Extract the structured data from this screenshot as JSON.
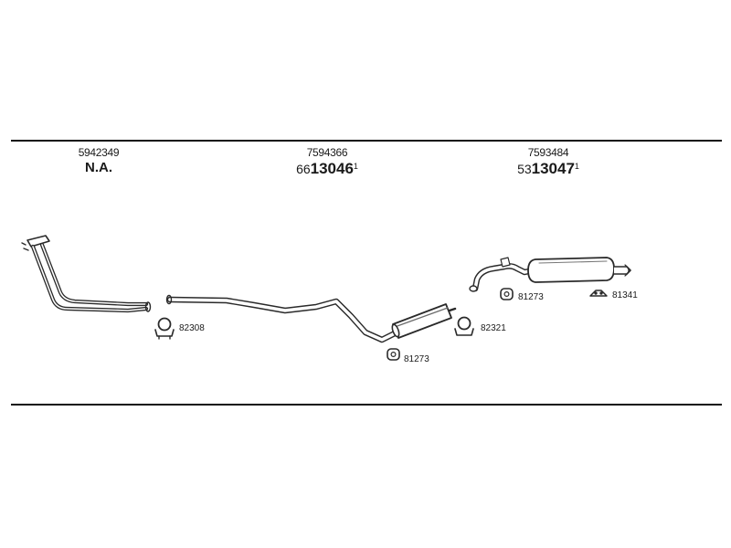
{
  "sections": [
    {
      "part_no": "5942349",
      "ref_prefix": "",
      "ref_main": "N.A.",
      "ref_sup": ""
    },
    {
      "part_no": "7594366",
      "ref_prefix": "66",
      "ref_main": "13046",
      "ref_sup": "1"
    },
    {
      "part_no": "7593484",
      "ref_prefix": "53",
      "ref_main": "13047",
      "ref_sup": "1"
    }
  ],
  "components": {
    "clamp_front": "82308",
    "rubber_mid": "81273",
    "clamp_mid": "82321",
    "rubber_rear": "81273",
    "hanger_rear": "81341"
  }
}
